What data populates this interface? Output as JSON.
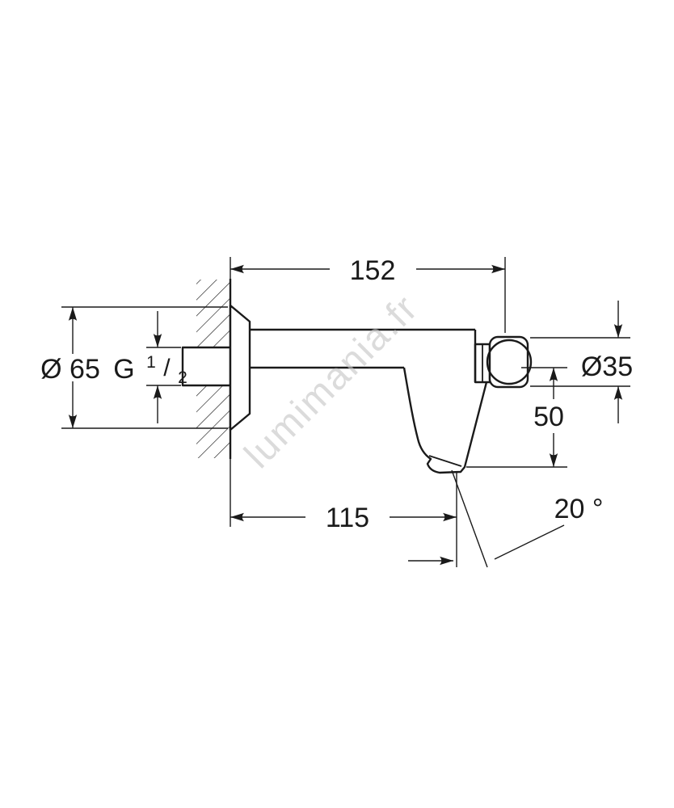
{
  "drawing": {
    "type": "technical-dimension-drawing",
    "subject": "wall-mounted self-closing faucet side view"
  },
  "colors": {
    "background": "#ffffff",
    "line": "#1a1a1a",
    "watermark": "#c5c5c5"
  },
  "watermark": {
    "text": "lumimania.fr"
  },
  "dimensions": {
    "overall_length": {
      "label": "152"
    },
    "flange_diameter": {
      "label": "Ø 65"
    },
    "thread": {
      "letter": "G",
      "numerator": "1",
      "slash": "/",
      "denominator": "2"
    },
    "knob_diameter": {
      "label": "Ø35"
    },
    "spout_drop": {
      "label": "50"
    },
    "spout_reach": {
      "label": "115"
    },
    "spray_angle": {
      "label": "20 °"
    }
  }
}
